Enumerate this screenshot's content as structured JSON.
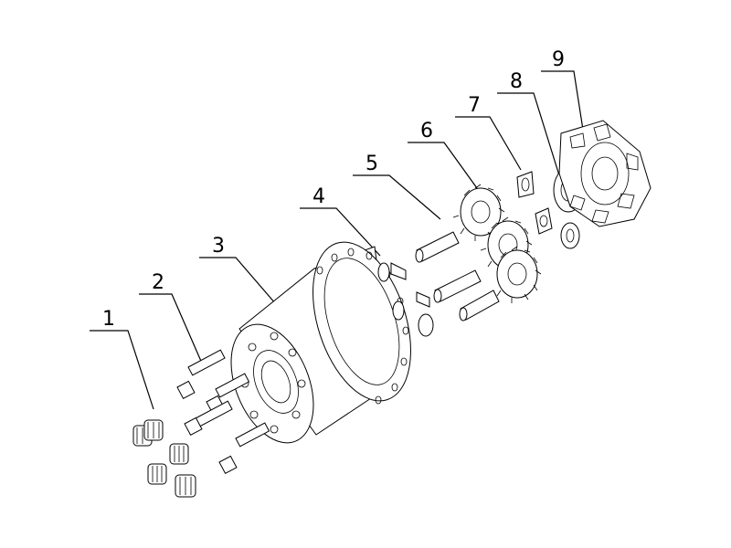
{
  "callouts": [
    {
      "id": "1",
      "label": "1",
      "part": "needle-roller-bearing"
    },
    {
      "id": "2",
      "label": "2",
      "part": "bolt"
    },
    {
      "id": "3",
      "label": "3",
      "part": "hub-housing"
    },
    {
      "id": "4",
      "label": "4",
      "part": "thrust-washer"
    },
    {
      "id": "5",
      "label": "5",
      "part": "planet-shaft"
    },
    {
      "id": "6",
      "label": "6",
      "part": "planet-gear"
    },
    {
      "id": "7",
      "label": "7",
      "part": "washer"
    },
    {
      "id": "8",
      "label": "8",
      "part": "retaining-plate"
    },
    {
      "id": "9",
      "label": "9",
      "part": "planet-carrier"
    }
  ]
}
